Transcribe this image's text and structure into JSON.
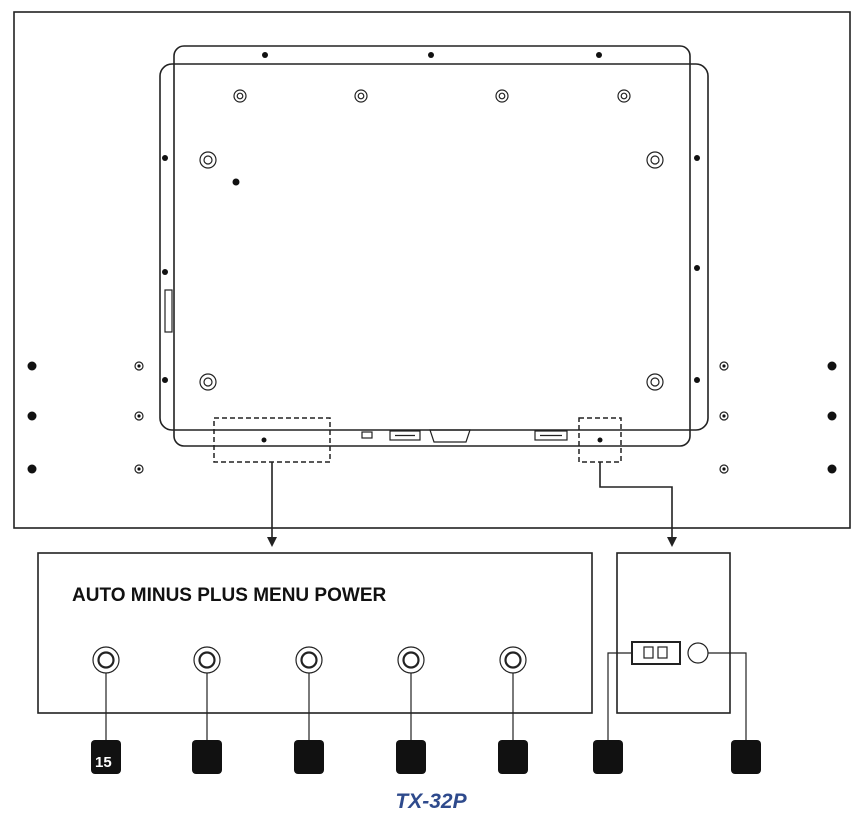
{
  "button_labels": "AUTO MINUS PLUS MENU POWER",
  "model": "TX-32P",
  "callouts": [
    "15",
    "",
    "",
    "",
    "",
    "",
    ""
  ],
  "colors": {
    "line": "#222222",
    "model_text": "#2e4a8c",
    "callout_fill": "#111111"
  },
  "icons": [
    "screw-hole-icon",
    "button-icon",
    "led-icon",
    "arrow-down-icon"
  ]
}
